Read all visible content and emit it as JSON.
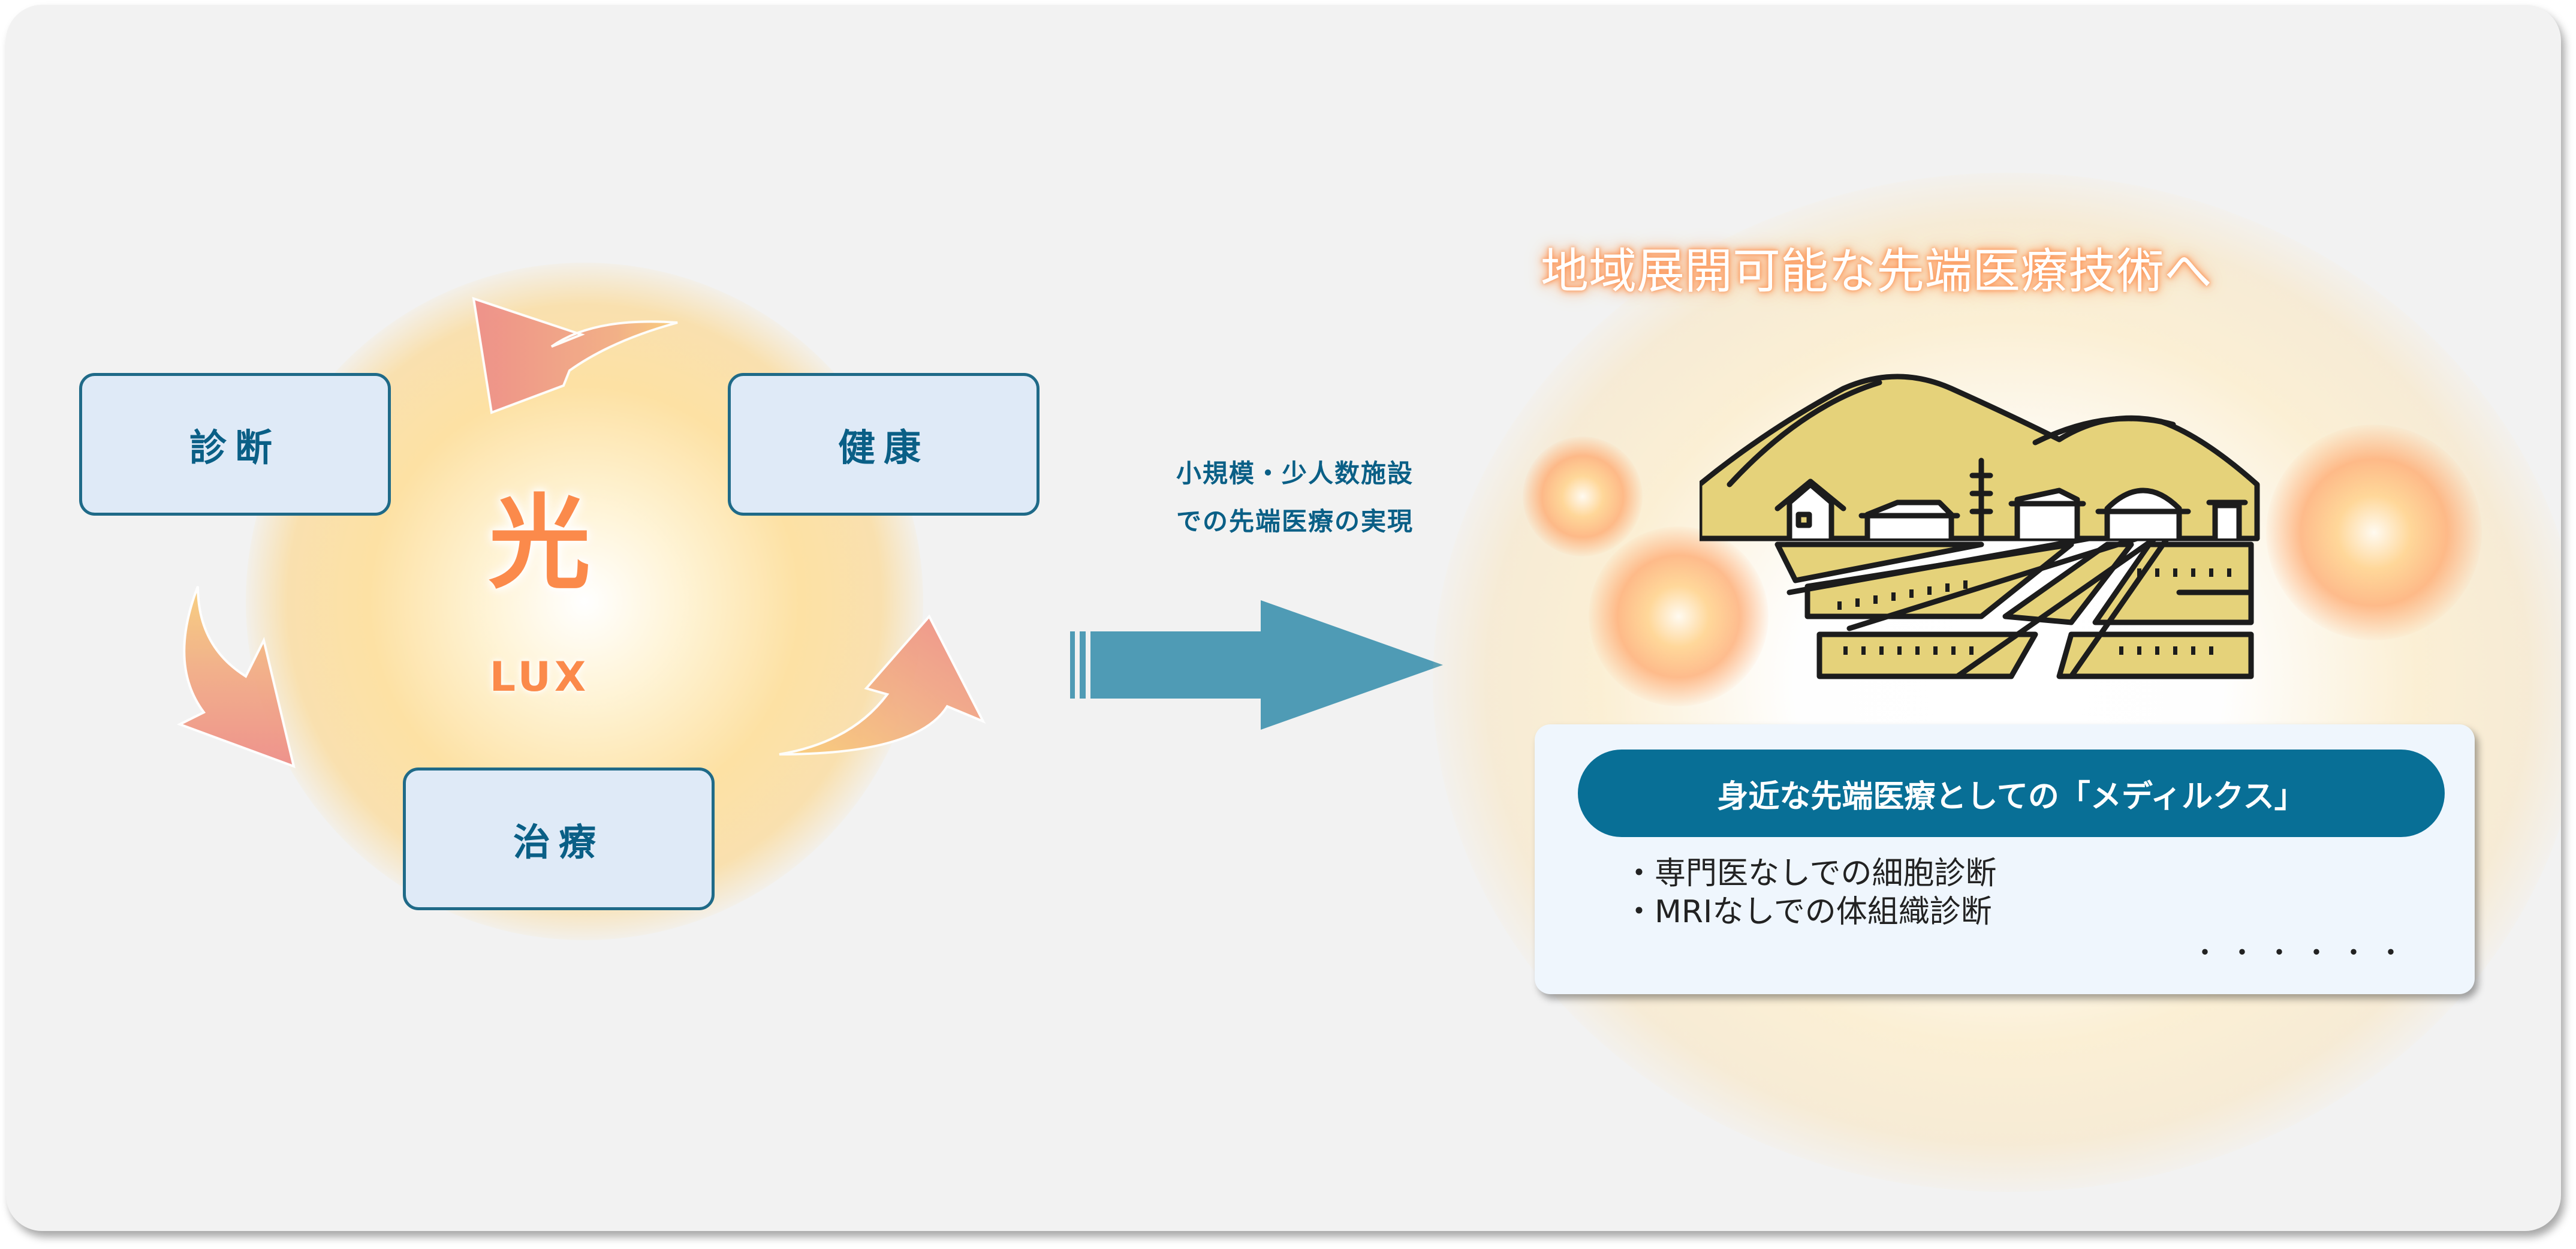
{
  "cycle": {
    "nodes": {
      "diagnosis": "診断",
      "health": "健康",
      "treatment": "治療"
    },
    "center_kanji": "光",
    "center_label": "LUX"
  },
  "transition": {
    "caption_line1": "小規模・少人数施設",
    "caption_line2": "での先端医療の実現"
  },
  "right": {
    "title": "地域展開可能な先端医療技術へ",
    "card": {
      "header": "身近な先端医療としての「メディルクス」",
      "items": [
        "・専門医なしでの細胞診断",
        "・MRIなしでの体組織診断"
      ],
      "ellipsis": "・・・・・・"
    }
  },
  "colors": {
    "node_border": "#1f6a88",
    "node_fill": "#dfeaf7",
    "accent_orange": "#fb8a4b",
    "big_arrow": "#4f9bb5",
    "card_header": "#086f96",
    "landscape_yellow": "#e5d27a"
  }
}
